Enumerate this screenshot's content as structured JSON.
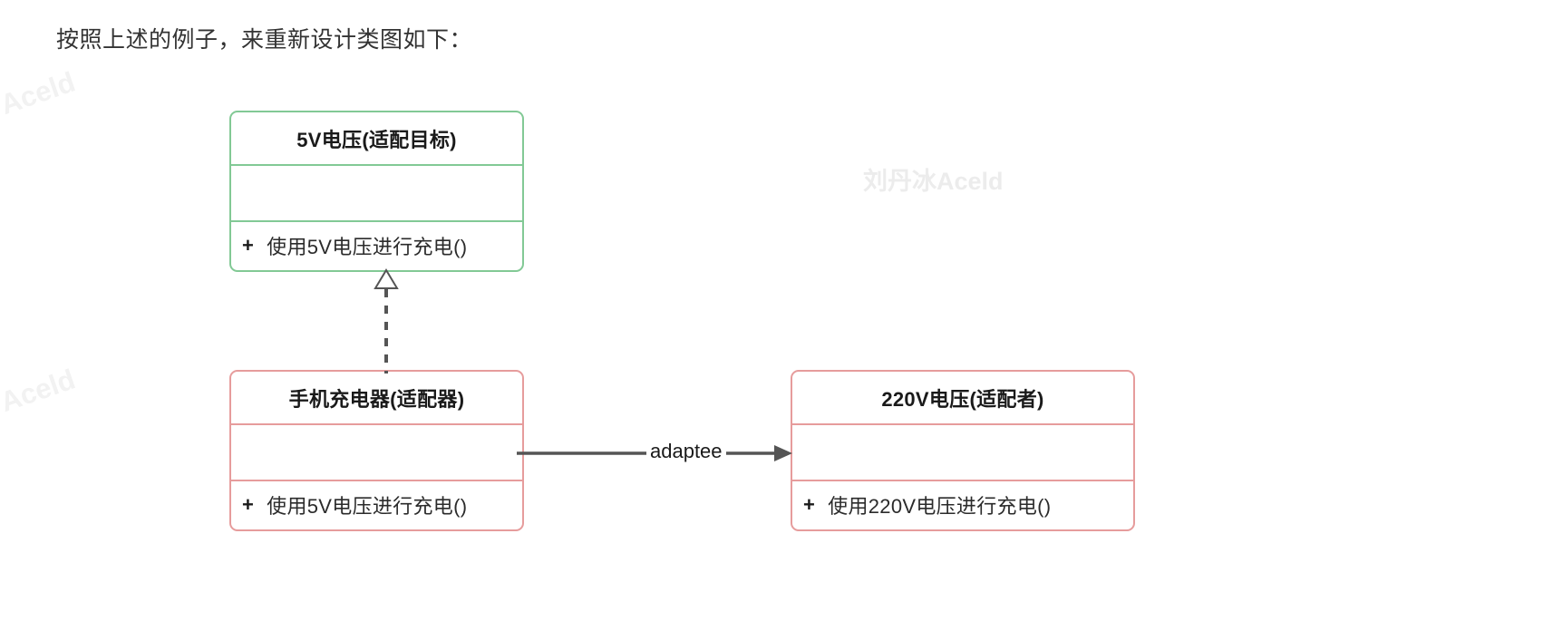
{
  "heading": "按照上述的例子，来重新设计类图如下：",
  "watermarks": {
    "edge_left_top": "Aceld",
    "edge_left_bottom": "Aceld",
    "center": "刘丹冰Aceld"
  },
  "colors": {
    "target_border": "#82c995",
    "adapter_border": "#e69c9c",
    "adaptee_border": "#e69c9c",
    "edge_line": "#555555",
    "text": "#1a1a1a",
    "background": "#ffffff",
    "watermark": "#f2f2f2"
  },
  "diagram": {
    "type": "uml-class-diagram",
    "classes": [
      {
        "id": "target",
        "name": "5V电压(适配目标)",
        "attributes": [],
        "methods": [
          {
            "visibility": "+",
            "signature": "使用5V电压进行充电()"
          }
        ],
        "color": "#82c995"
      },
      {
        "id": "adapter",
        "name": "手机充电器(适配器)",
        "attributes": [],
        "methods": [
          {
            "visibility": "+",
            "signature": "使用5V电压进行充电()"
          }
        ],
        "color": "#e69c9c"
      },
      {
        "id": "adaptee",
        "name": "220V电压(适配者)",
        "attributes": [],
        "methods": [
          {
            "visibility": "+",
            "signature": "使用220V电压进行充电()"
          }
        ],
        "color": "#e69c9c"
      }
    ],
    "edges": [
      {
        "id": "realization",
        "from": "adapter",
        "to": "target",
        "style": "dashed",
        "arrowhead": "hollow-triangle",
        "label": ""
      },
      {
        "id": "association",
        "from": "adapter",
        "to": "adaptee",
        "style": "solid",
        "arrowhead": "filled-arrow",
        "label": "adaptee"
      }
    ]
  }
}
